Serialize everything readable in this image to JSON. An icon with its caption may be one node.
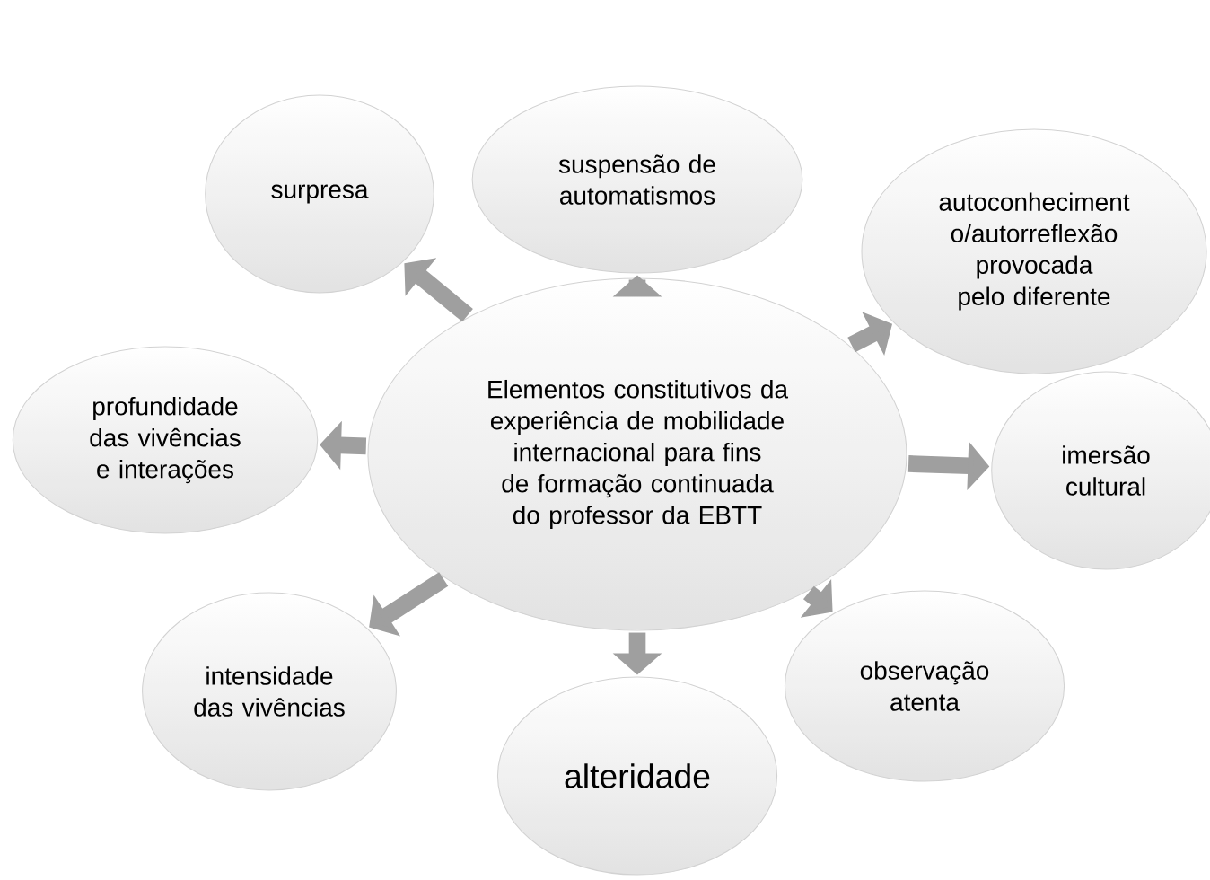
{
  "diagram": {
    "nodes": [
      {
        "text": [
          "Elementos constitutivos da experiência de mobilidade internacional para fins de formação continuada do professor da EBTT"
        ]
      },
      {
        "text": [
          "surpresa"
        ]
      },
      {
        "text": [
          "suspensão de automatismos"
        ]
      },
      {
        "text": [
          "autoconheciment o/autorreflexão provocada pelo diferente"
        ]
      },
      {
        "text": [
          "profundidade das vivências e interações"
        ]
      },
      {
        "text": [
          "imersão cultural"
        ]
      },
      {
        "text": [
          "intensidade das vivências"
        ]
      },
      {
        "text": [
          "alteridade"
        ]
      },
      {
        "text": [
          "observação atenta"
        ]
      }
    ],
    "edges": [
      {
        "from": 0,
        "to": 1,
        "arrow": "to"
      },
      {
        "from": 0,
        "to": 2,
        "arrow": "to"
      },
      {
        "from": 0,
        "to": 3,
        "arrow": "to"
      },
      {
        "from": 0,
        "to": 4,
        "arrow": "to"
      },
      {
        "from": 0,
        "to": 5,
        "arrow": "to"
      },
      {
        "from": 0,
        "to": 6,
        "arrow": "to"
      },
      {
        "from": 0,
        "to": 7,
        "arrow": "to"
      },
      {
        "from": 0,
        "to": 8,
        "arrow": "to"
      }
    ]
  }
}
